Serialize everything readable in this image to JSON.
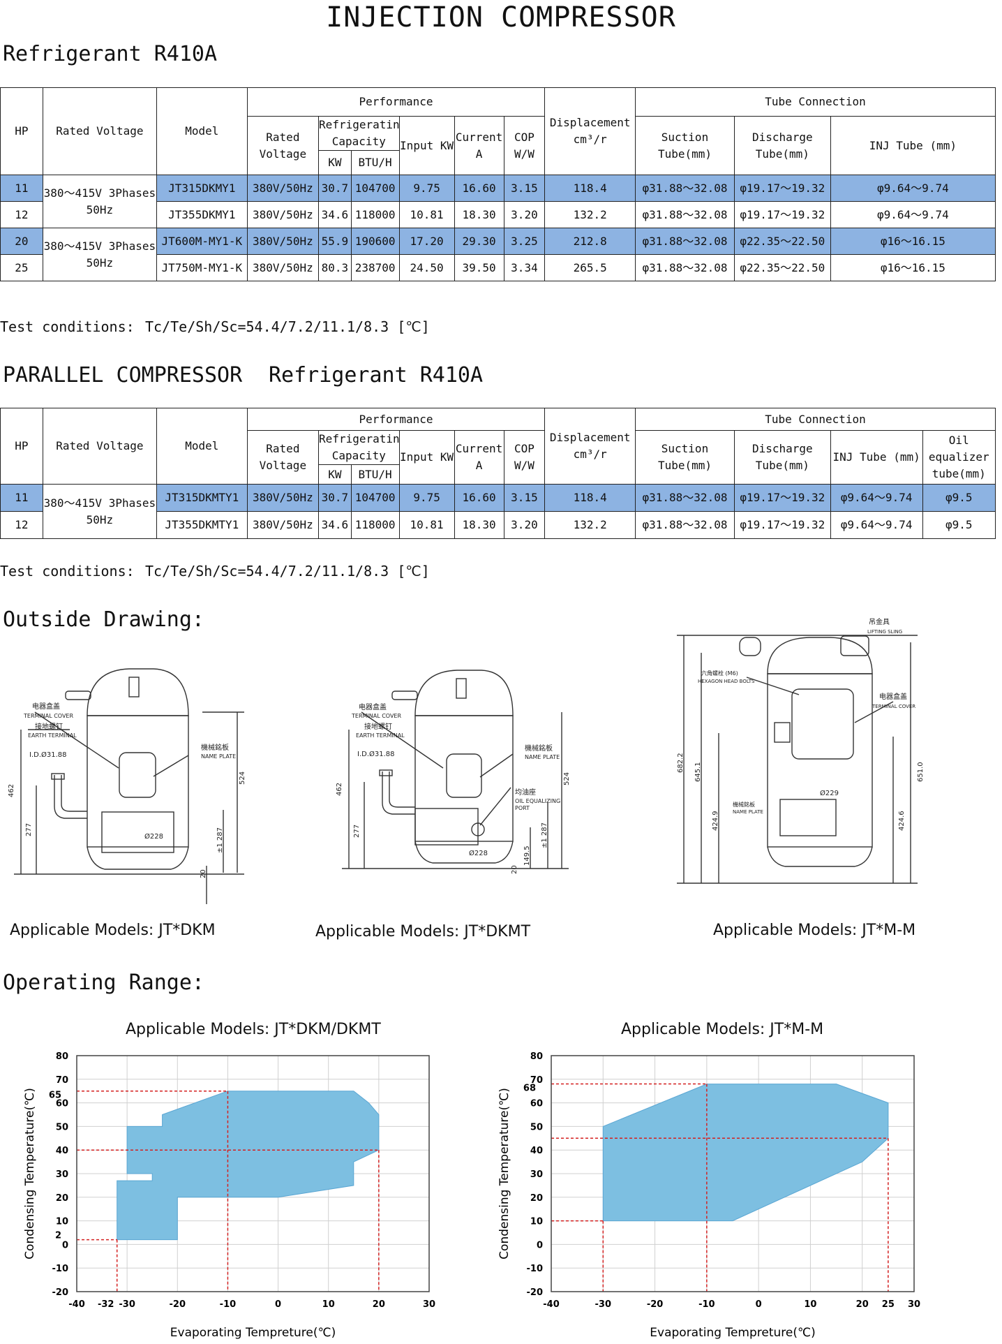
{
  "title": "INJECTION COMPRESSOR",
  "injection": {
    "refrigerant": "Refrigerant R410A",
    "headers": {
      "hp": "HP",
      "rated_voltage": "Rated Voltage",
      "model": "Model",
      "performance": "Performance",
      "perf_rated_voltage": "Rated Voltage",
      "refrig_capacity": "Refrigerating Capacity",
      "kw": "KW",
      "btuh": "BTU/H",
      "input": "Input KW",
      "current": "Current A",
      "cop": "COP W/W",
      "displacement": "Displacement",
      "displacement_unit": "cm³/r",
      "tube_connection": "Tube Connection",
      "suction": "Suction Tube(mm)",
      "discharge": "Discharge Tube(mm)",
      "inj_tube": "INJ Tube (mm)"
    },
    "groups": [
      "380～415V 3Phases 50Hz",
      "380～415V 3Phases 50Hz"
    ],
    "rows": [
      [
        "11",
        "JT315DKMY1",
        "380V/50Hz",
        "30.7",
        "104700",
        "9.75",
        "16.60",
        "3.15",
        "118.4",
        "φ31.88～32.08",
        "φ19.17～19.32",
        "φ9.64～9.74"
      ],
      [
        "12",
        "JT355DKMY1",
        "380V/50Hz",
        "34.6",
        "118000",
        "10.81",
        "18.30",
        "3.20",
        "132.2",
        "φ31.88～32.08",
        "φ19.17～19.32",
        "φ9.64～9.74"
      ],
      [
        "20",
        "JT600M-MY1-K",
        "380V/50Hz",
        "55.9",
        "190600",
        "17.20",
        "29.30",
        "3.25",
        "212.8",
        "φ31.88～32.08",
        "φ22.35～22.50",
        "φ16～16.15"
      ],
      [
        "25",
        "JT750M-MY1-K",
        "380V/50Hz",
        "80.3",
        "238700",
        "24.50",
        "39.50",
        "3.34",
        "265.5",
        "φ31.88～32.08",
        "φ22.35～22.50",
        "φ16～16.15"
      ]
    ],
    "test_label": "Test conditions:",
    "test_value": "Tc/Te/Sh/Sc=54.4/7.2/11.1/8.3 [℃]"
  },
  "parallel": {
    "title": "PARALLEL COMPRESSOR",
    "refrigerant": "Refrigerant R410A",
    "headers": {
      "hp": "HP",
      "rated_voltage": "Rated Voltage",
      "model": "Model",
      "performance": "Performance",
      "perf_rated_voltage": "Rated Voltage",
      "refrig_capacity": "Refrigerating Capacity",
      "kw": "KW",
      "btuh": "BTU/H",
      "input": "Input KW",
      "current": "Current A",
      "cop": "COP W/W",
      "displacement": "Displacement",
      "displacement_unit": "cm³/r",
      "tube_connection": "Tube Connection",
      "suction": "Suction Tube(mm)",
      "discharge": "Discharge Tube(mm)",
      "inj_tube": "INJ Tube (mm)",
      "oil": "Oil equalizer tube(mm)"
    },
    "group": "380～415V 3Phases 50Hz",
    "rows": [
      [
        "11",
        "JT315DKMTY1",
        "380V/50Hz",
        "30.7",
        "104700",
        "9.75",
        "16.60",
        "3.15",
        "118.4",
        "φ31.88～32.08",
        "φ19.17～19.32",
        "φ9.64～9.74",
        "φ9.5"
      ],
      [
        "12",
        "JT355DKMTY1",
        "380V/50Hz",
        "34.6",
        "118000",
        "10.81",
        "18.30",
        "3.20",
        "132.2",
        "φ31.88～32.08",
        "φ19.17～19.32",
        "φ9.64～9.74",
        "φ9.5"
      ]
    ],
    "test_label": "Test conditions:",
    "test_value": "Tc/Te/Sh/Sc=54.4/7.2/11.1/8.3 [℃]"
  },
  "drawing": {
    "title": "Outside Drawing:",
    "captions": [
      "Applicable Models: JT*DKM",
      "Applicable Models: JT*DKMT",
      "Applicable Models: JT*M-M"
    ],
    "d1": {
      "terminal_cn": "电器盒盖",
      "terminal_en": "TERMINAL COVER",
      "earth_cn": "接地螺钉",
      "earth_en": "EARTH TERMINAL",
      "id": "I.D.Ø31.88",
      "plate_cn": "機械銘板",
      "plate_en": "NAME PLATE",
      "d228": "Ø228",
      "h462": "462",
      "h277": "277",
      "h524": "524",
      "h287": "±1 287",
      "h20": "20"
    },
    "d2": {
      "terminal_cn": "电器盒盖",
      "terminal_en": "TERMINAL COVER",
      "earth_cn": "接地螺钉",
      "earth_en": "EARTH TERMINAL",
      "id": "I.D.Ø31.88",
      "plate_cn": "機械銘板",
      "plate_en": "NAME PLATE",
      "oil_cn": "均油座",
      "oil_en1": "OIL EQUALIZING",
      "oil_en2": "PORT",
      "d228": "Ø228",
      "h462": "462",
      "h277": "277",
      "h524": "524",
      "h287": "±1 287",
      "h149": "149.5",
      "h20": "20"
    },
    "d3": {
      "lifting_cn": "吊金具",
      "lifting_en": "LIFTING SLING",
      "hex_cn": "六角螺栓 (M6)",
      "hex_en": "HEXAGON HEAD BOLTS",
      "terminal_cn": "电器盒盖",
      "terminal_en": "TERMINAL COVER",
      "plate_cn": "機械銘板",
      "plate_en": "NAME PLATE",
      "d229": "Ø229",
      "h682": "682.2",
      "h645": "645.1",
      "h424a": "424.9",
      "h651": "651.0",
      "h424b": "424.6"
    }
  },
  "range": {
    "title": "Operating Range:"
  },
  "chart_data": [
    {
      "type": "area",
      "title": "Applicable Models: JT*DKM/DKMT",
      "xlabel": "Evaporating Tempreture(℃)",
      "ylabel": "Condensing Temperature(℃)",
      "xlim": [
        -40,
        30
      ],
      "ylim": [
        -20,
        80
      ],
      "xticks": [
        -40,
        -30,
        -20,
        -10,
        0,
        10,
        20,
        30
      ],
      "yticks": [
        -20,
        -10,
        0,
        10,
        20,
        30,
        40,
        50,
        60,
        70,
        80
      ],
      "extra_xticks": [
        -32
      ],
      "extra_yticks": [
        2,
        65
      ],
      "grid": true,
      "color": "#7dbfe1",
      "envelope": [
        [
          -32,
          2
        ],
        [
          -20,
          2
        ],
        [
          -20,
          20
        ],
        [
          0,
          20
        ],
        [
          15,
          25
        ],
        [
          15,
          35
        ],
        [
          20,
          40
        ],
        [
          20,
          55
        ],
        [
          18,
          60
        ],
        [
          15,
          65
        ],
        [
          -10,
          65
        ],
        [
          -23,
          55
        ],
        [
          -23,
          50
        ],
        [
          -30,
          50
        ],
        [
          -30,
          30
        ],
        [
          -25,
          30
        ],
        [
          -25,
          27
        ],
        [
          -32,
          27
        ]
      ],
      "markers": [
        [
          -32,
          2
        ],
        [
          20,
          40
        ],
        [
          -10,
          65
        ]
      ]
    },
    {
      "type": "area",
      "title": "Applicable Models: JT*M-M",
      "xlabel": "Evaporating Tempreture(℃)",
      "ylabel": "Condensing Temperature(℃)",
      "xlim": [
        -40,
        30
      ],
      "ylim": [
        -20,
        80
      ],
      "xticks": [
        -40,
        -30,
        -20,
        -10,
        0,
        10,
        20,
        30
      ],
      "yticks": [
        -20,
        -10,
        0,
        10,
        20,
        30,
        40,
        50,
        60,
        70,
        80
      ],
      "extra_xticks": [
        25
      ],
      "extra_yticks": [
        68
      ],
      "grid": true,
      "color": "#7dbfe1",
      "envelope": [
        [
          -30,
          10
        ],
        [
          -5,
          10
        ],
        [
          20,
          35
        ],
        [
          25,
          45
        ],
        [
          25,
          60
        ],
        [
          15,
          68
        ],
        [
          -10,
          68
        ],
        [
          -30,
          50
        ]
      ],
      "markers": [
        [
          -30,
          10
        ],
        [
          25,
          45
        ],
        [
          -10,
          68
        ]
      ]
    }
  ]
}
